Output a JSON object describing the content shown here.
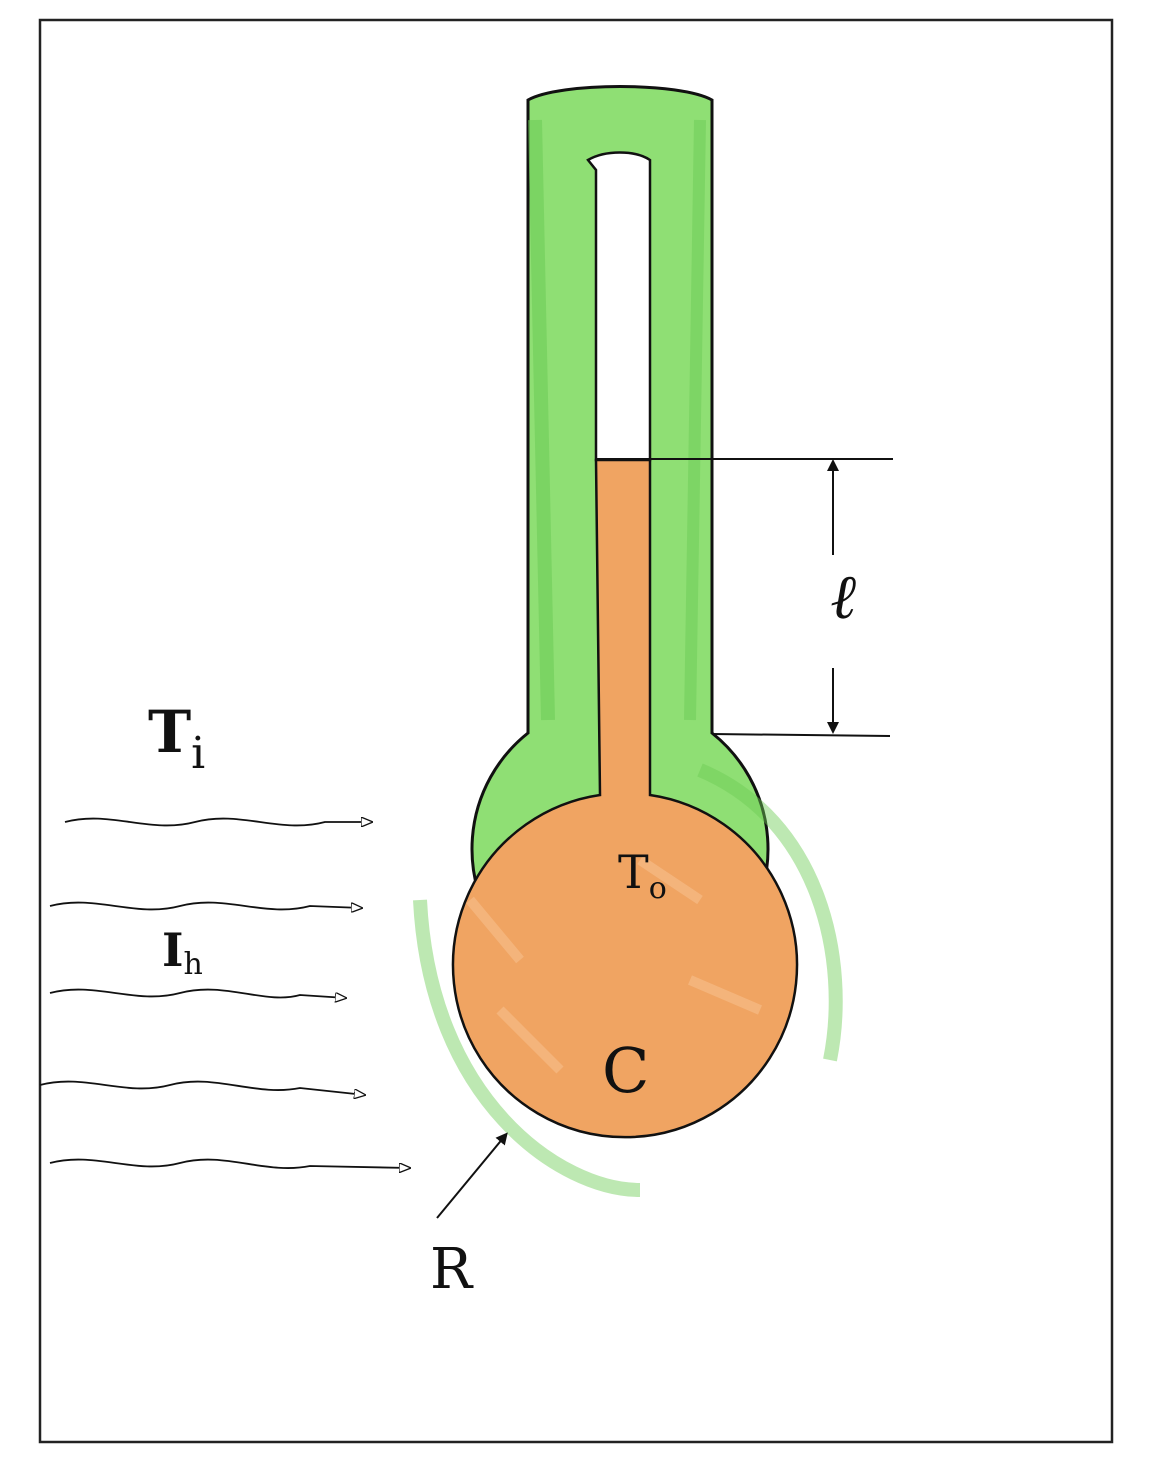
{
  "labels": {
    "incident_temperature": "T",
    "incident_temperature_subscript": "i",
    "intensity": "I",
    "intensity_subscript": "h",
    "liquid_temperature": "T",
    "liquid_temperature_subscript": "o",
    "heat_capacity": "C",
    "thermal_resistance": "R",
    "column_length": "ℓ"
  },
  "colors": {
    "glass": "#8fdf74",
    "glass_dark": "#6ccb55",
    "liquid": "#f0a462",
    "outline": "#111111",
    "frame": "#222222",
    "background": "#ffffff"
  },
  "radiation_rays": 5
}
